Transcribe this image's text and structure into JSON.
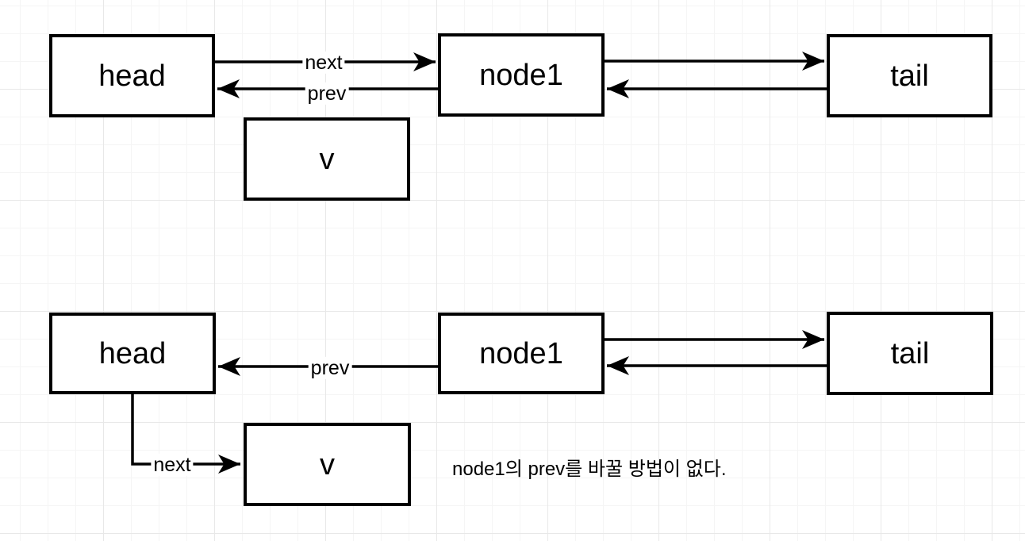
{
  "colors": {
    "stroke": "#000000",
    "shape_fill": "#ffffff",
    "canvas_bg": "#ffffff",
    "grid_minor": "#f5f5f5",
    "grid_major": "#e8e8e8",
    "text": "#000000"
  },
  "top_diagram": {
    "head_label": "head",
    "node1_label": "node1",
    "tail_label": "tail",
    "v_label": "v",
    "next_edge_label": "next",
    "prev_edge_label": "prev"
  },
  "bottom_diagram": {
    "head_label": "head",
    "node1_label": "node1",
    "tail_label": "tail",
    "v_label": "v",
    "prev_edge_label": "prev",
    "next_edge_label": "next"
  },
  "annotation": {
    "text": "node1의 prev를 바꿀 방법이 없다."
  }
}
